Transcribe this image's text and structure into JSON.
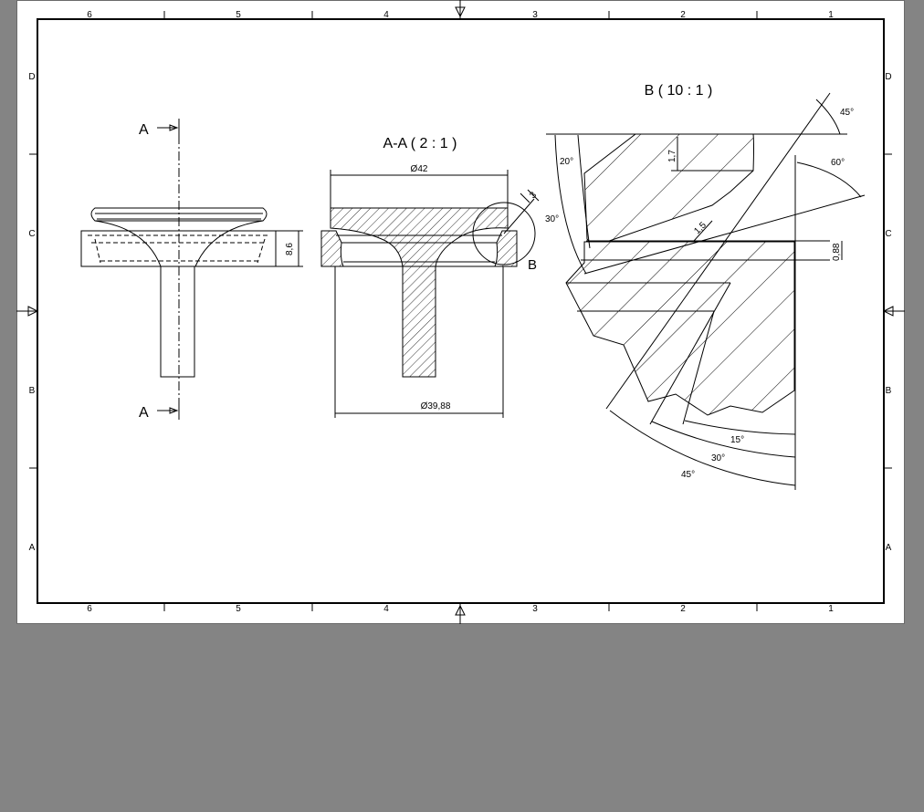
{
  "frame": {
    "zone_columns": [
      "6",
      "5",
      "4",
      "3",
      "2",
      "1"
    ],
    "zone_rows": [
      "D",
      "C",
      "B",
      "A"
    ]
  },
  "views": {
    "front": {
      "section_label_top": "A",
      "section_label_bottom": "A",
      "dim_height": "8,6"
    },
    "section": {
      "title": "A-A  ( 2 : 1 )",
      "dim_top_diameter": "Ø42",
      "dim_bottom_diameter": "Ø39,88",
      "dim_detail_size": "3",
      "dim_angle": "30°",
      "detail_label": "B"
    },
    "detail": {
      "title": "B  ( 10 : 1 )",
      "angle_45_top": "45°",
      "angle_60": "60°",
      "angle_20": "20°",
      "dim_1_7": "1,7",
      "dim_1_5": "1,5",
      "dim_0_88": "0,88",
      "angle_15": "15°",
      "angle_30": "30°",
      "angle_45_bottom": "45°"
    }
  },
  "colors": {
    "background": "#848484",
    "paper": "#ffffff",
    "ink": "#000000"
  }
}
